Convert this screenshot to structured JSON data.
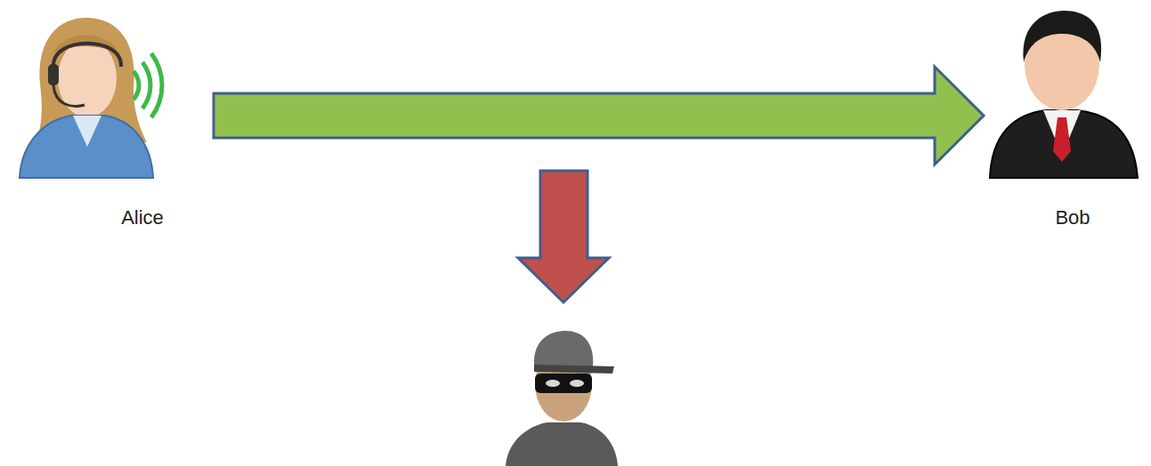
{
  "diagram": {
    "nodes": [
      {
        "text": [
          "Alice"
        ]
      },
      {
        "text": [
          "Bob"
        ]
      }
    ],
    "edges": [
      {
        "from": 0,
        "to": 1,
        "arrow": "to"
      }
    ]
  }
}
